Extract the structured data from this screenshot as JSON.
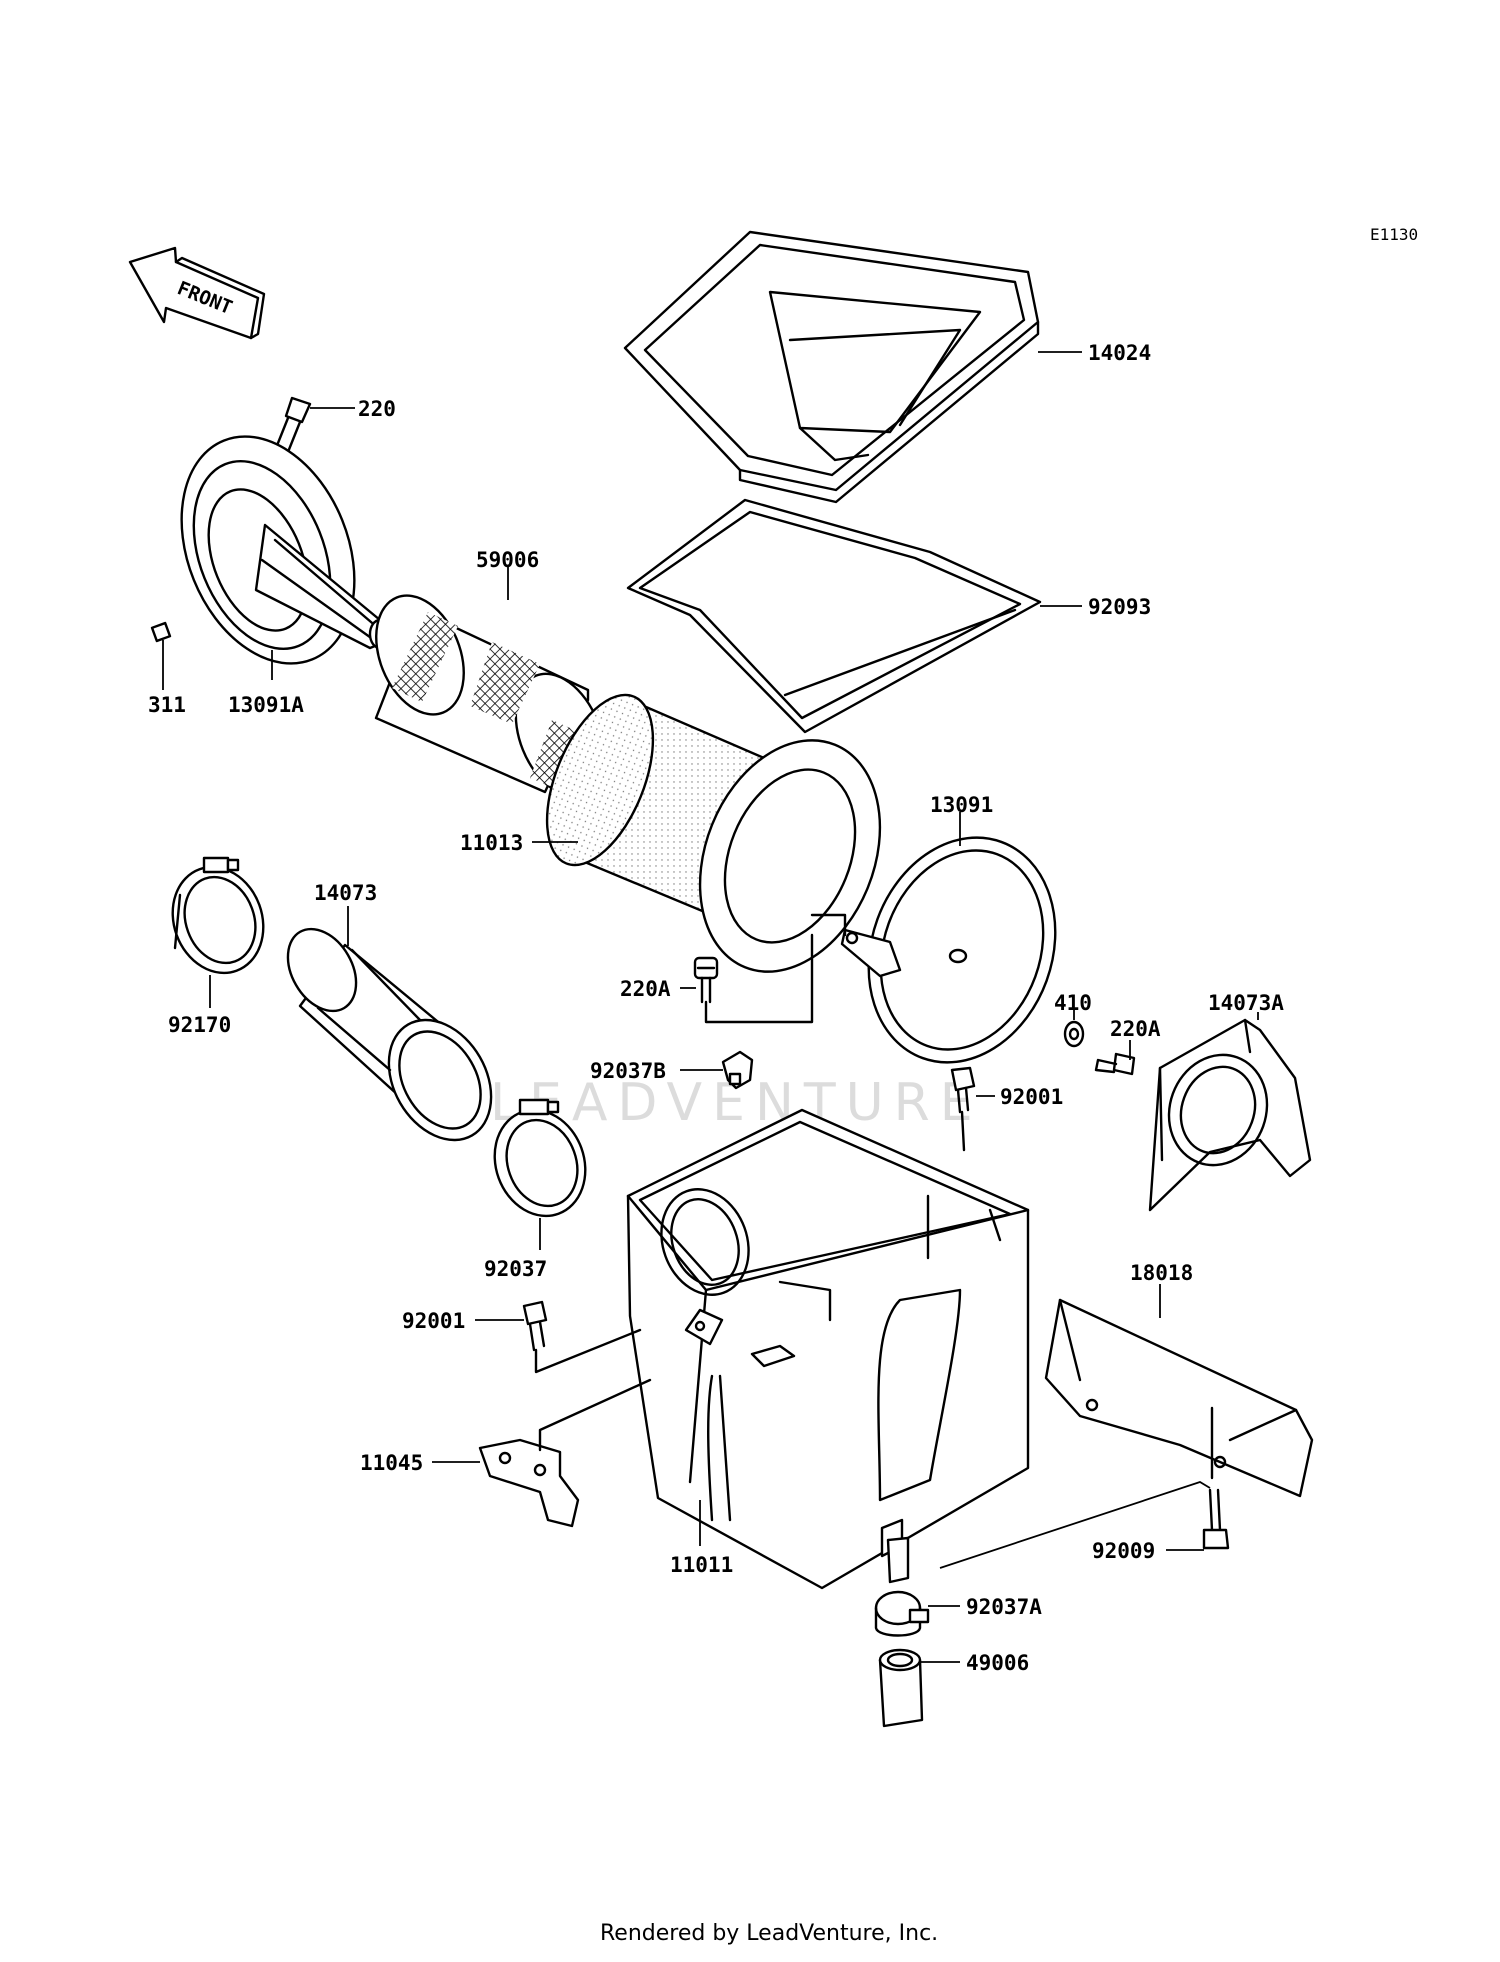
{
  "diagram": {
    "code": "E1130",
    "front_label": "FRONT",
    "watermark": "LEADVENTURE",
    "footer": "Rendered by LeadVenture, Inc.",
    "callouts": [
      {
        "id": "14024",
        "text": "14024"
      },
      {
        "id": "220",
        "text": "220"
      },
      {
        "id": "59006",
        "text": "59006"
      },
      {
        "id": "92093",
        "text": "92093"
      },
      {
        "id": "311",
        "text": "311"
      },
      {
        "id": "13091A",
        "text": "13091A"
      },
      {
        "id": "11013",
        "text": "11013"
      },
      {
        "id": "13091",
        "text": "13091"
      },
      {
        "id": "14073",
        "text": "14073"
      },
      {
        "id": "92170",
        "text": "92170"
      },
      {
        "id": "410",
        "text": "410"
      },
      {
        "id": "14073A",
        "text": "14073A"
      },
      {
        "id": "220A-1",
        "text": "220A"
      },
      {
        "id": "220A-2",
        "text": "220A"
      },
      {
        "id": "92037B",
        "text": "92037B"
      },
      {
        "id": "92001-1",
        "text": "92001"
      },
      {
        "id": "92037",
        "text": "92037"
      },
      {
        "id": "18018",
        "text": "18018"
      },
      {
        "id": "92001-2",
        "text": "92001"
      },
      {
        "id": "11045",
        "text": "11045"
      },
      {
        "id": "11011",
        "text": "11011"
      },
      {
        "id": "92009",
        "text": "92009"
      },
      {
        "id": "92037A",
        "text": "92037A"
      },
      {
        "id": "49006",
        "text": "49006"
      }
    ]
  }
}
